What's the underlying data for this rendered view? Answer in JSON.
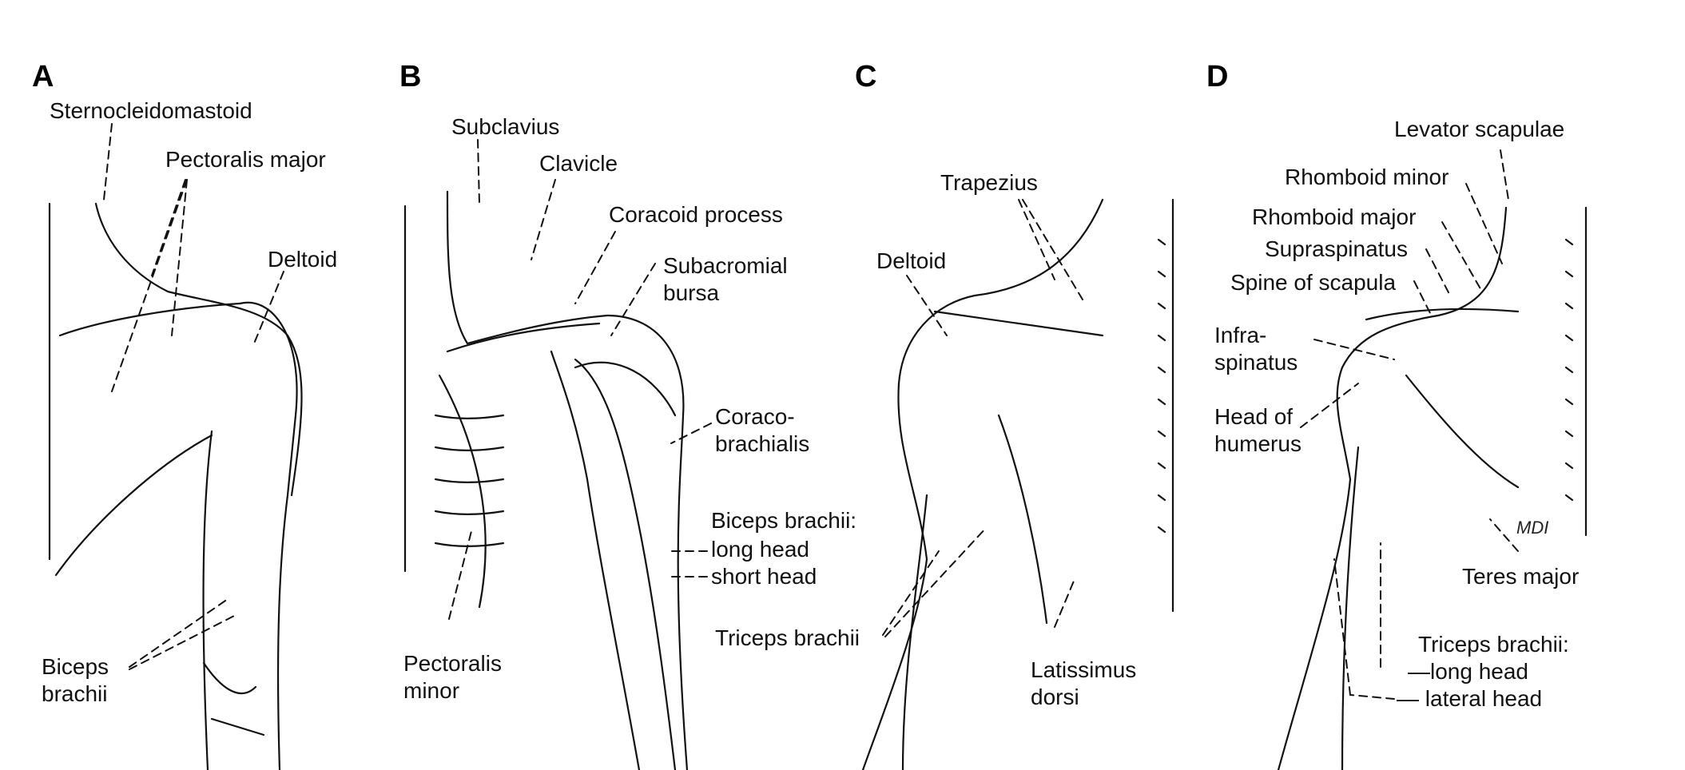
{
  "panels": [
    {
      "letter": "A",
      "labels": {
        "sternocleidomastoid": "Sternocleidomastoid",
        "pectoralis_major": "Pectoralis major",
        "deltoid": "Deltoid",
        "biceps_1": "Biceps",
        "biceps_2": "brachii"
      }
    },
    {
      "letter": "B",
      "labels": {
        "subclavius": "Subclavius",
        "clavicle": "Clavicle",
        "coracoid": "Coracoid process",
        "subacromial_1": "Subacromial",
        "subacromial_2": "bursa",
        "coraco_1": "Coraco-",
        "coraco_2": "brachialis",
        "biceps_title": "Biceps brachii:",
        "long_head": "long head",
        "short_head": "short head",
        "triceps": "Triceps brachii",
        "pect_minor_1": "Pectoralis",
        "pect_minor_2": "minor"
      }
    },
    {
      "letter": "C",
      "labels": {
        "trapezius": "Trapezius",
        "deltoid": "Deltoid",
        "latissimus_1": "Latissimus",
        "latissimus_2": "dorsi"
      }
    },
    {
      "letter": "D",
      "labels": {
        "levator": "Levator scapulae",
        "rh_minor": "Rhomboid minor",
        "rh_major": "Rhomboid major",
        "supraspinatus": "Supraspinatus",
        "spine": "Spine of scapula",
        "infra_1": "Infra-",
        "infra_2": "spinatus",
        "head_1": "Head of",
        "head_2": "humerus",
        "teres": "Teres major",
        "triceps_title": "Triceps brachii:",
        "long_head": "long head",
        "lateral_head": "lateral head"
      },
      "signature": "MDI"
    }
  ],
  "colors": {
    "ink": "#111111",
    "background": "#ffffff"
  }
}
